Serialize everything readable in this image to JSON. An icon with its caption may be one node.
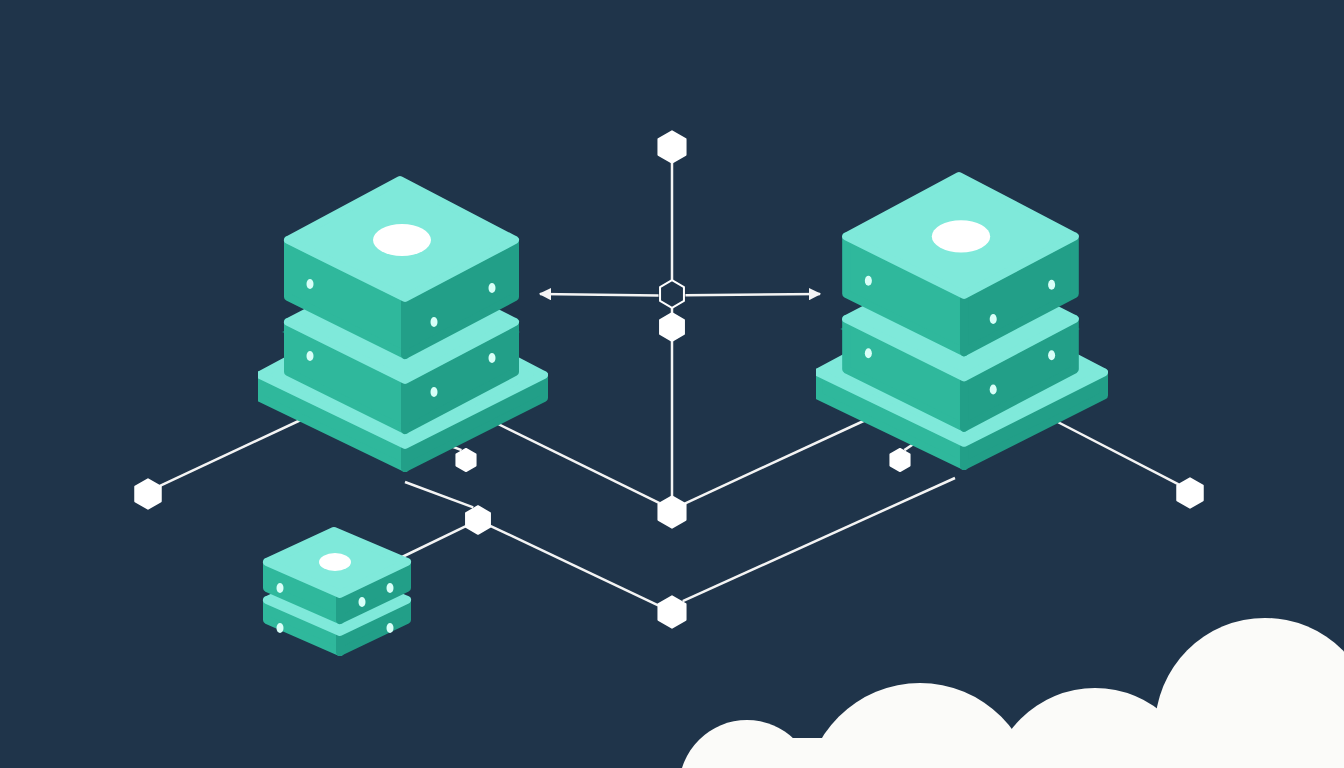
{
  "diagram": {
    "nodes": [
      {
        "text": [],
        "shape": "picture"
      },
      {
        "text": [],
        "shape": "picture"
      },
      {
        "text": [],
        "shape": "picture"
      },
      {
        "text": [],
        "shape": "hexagon"
      },
      {
        "text": [],
        "shape": "hexagon"
      },
      {
        "text": [],
        "shape": "hexagon"
      },
      {
        "text": [],
        "shape": "hexagon"
      },
      {
        "text": [],
        "shape": "hexagon"
      },
      {
        "text": [],
        "shape": "hexagon"
      },
      {
        "text": [],
        "shape": "hexagon"
      },
      {
        "text": [],
        "shape": "hexagon"
      },
      {
        "text": [],
        "shape": "hexagon"
      },
      {
        "text": [],
        "shape": "hexagon"
      },
      {
        "text": [],
        "shape": "cloud"
      }
    ],
    "edges": [
      {
        "from": 3,
        "to": 4,
        "arrow": "none"
      },
      {
        "from": 4,
        "to": 5,
        "arrow": "none"
      },
      {
        "from": 5,
        "to": 6,
        "arrow": "none"
      },
      {
        "from": 4,
        "to": 0,
        "arrow": "to"
      },
      {
        "from": 4,
        "to": 1,
        "arrow": "to"
      },
      {
        "from": 0,
        "to": 7,
        "arrow": "none"
      },
      {
        "from": 0,
        "to": 9,
        "arrow": "none"
      },
      {
        "from": 0,
        "to": 6,
        "arrow": "none"
      },
      {
        "from": 1,
        "to": 6,
        "arrow": "none"
      },
      {
        "from": 1,
        "to": 8,
        "arrow": "none"
      },
      {
        "from": 1,
        "to": 10,
        "arrow": "none"
      },
      {
        "from": 0,
        "to": 11,
        "arrow": "none"
      },
      {
        "from": 2,
        "to": 11,
        "arrow": "none"
      },
      {
        "from": 11,
        "to": 12,
        "arrow": "none"
      },
      {
        "from": 12,
        "to": 1,
        "arrow": "none"
      }
    ]
  }
}
